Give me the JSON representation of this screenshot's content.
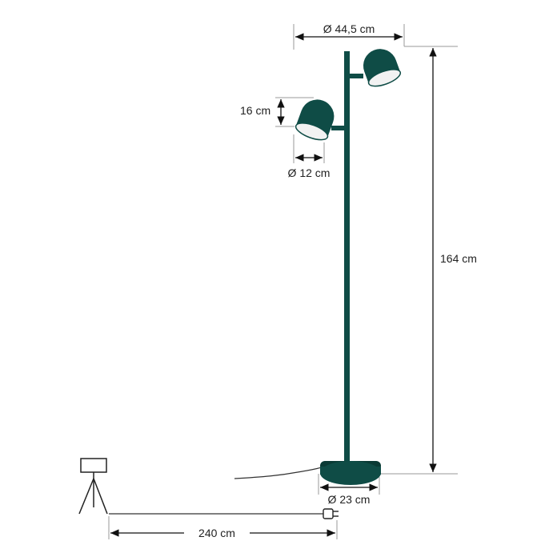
{
  "dimensions": {
    "width_diameter": "Ø 44,5 cm",
    "shade_height": "16 cm",
    "shade_diameter": "Ø 12 cm",
    "total_height": "164 cm",
    "base_diameter": "Ø 23 cm",
    "cable_length": "240 cm"
  },
  "colors": {
    "lamp_body": "#0f4c46",
    "lamp_shadow": "#0a3a35",
    "shade_inner": "#f2f2f2",
    "dimension_line": "#111111",
    "guide_line": "#9a9a9a"
  },
  "icons": [
    "floor-lamp",
    "tripod-lamp-icon",
    "plug-icon"
  ]
}
